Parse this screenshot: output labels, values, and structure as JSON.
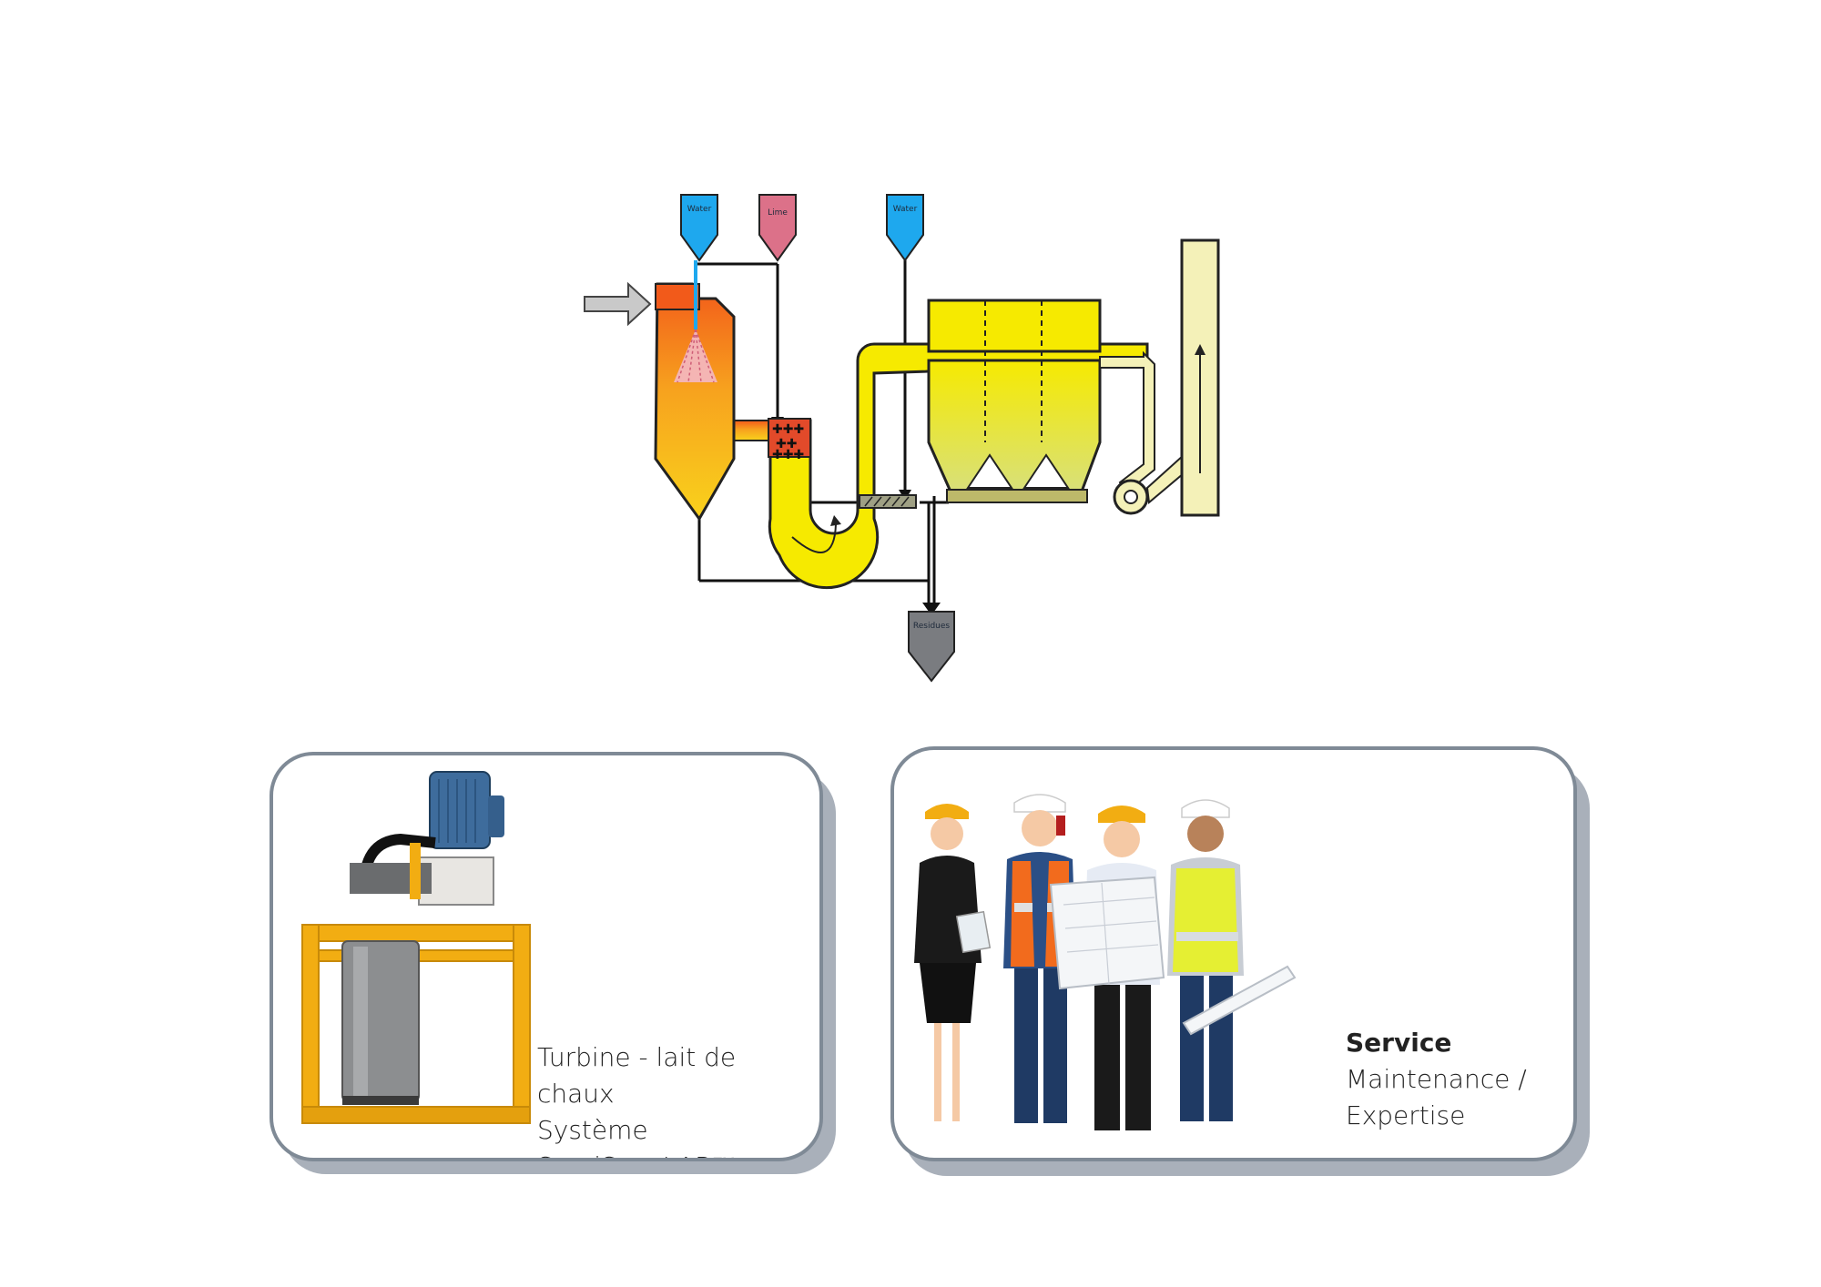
{
  "diagram": {
    "hopper_water_1": "Water",
    "hopper_lime": "Lime",
    "hopper_water_2": "Water",
    "hopper_residues": "Residues",
    "colors": {
      "water": "#1ea8ee",
      "lime": "#dc7189",
      "duct": "#f5ec00",
      "residue": "#7a7c80",
      "stack": "#f4f1b8",
      "inlet_arrow": "#c9c9c9"
    }
  },
  "cards": {
    "turbine": {
      "line1": "Turbine - lait de chaux",
      "line2": "Système",
      "line3": "SemiSecoLAB™",
      "image_icon": "turbine-machine-icon"
    },
    "service": {
      "title": "Service",
      "line1": "Maintenance /",
      "line2": "Expertise",
      "image_icon": "engineers-group-icon"
    }
  }
}
